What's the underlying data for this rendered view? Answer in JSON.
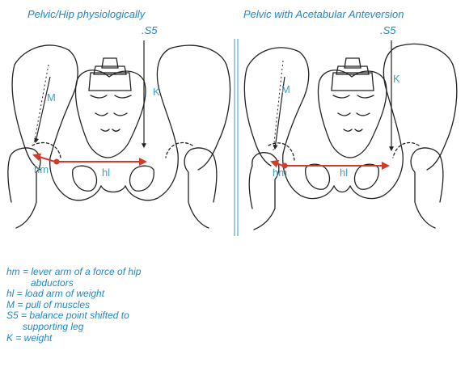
{
  "panels": [
    {
      "title": "Pelvic/Hip physiologically",
      "s5": ".S5",
      "labels": {
        "m": "M",
        "k": "K",
        "hm": "hm",
        "hl": "hl"
      }
    },
    {
      "title": "Pelvic with Acetabular Anteversion",
      "s5": ".S5",
      "labels": {
        "m": "M",
        "k": "K",
        "hm": "hm",
        "hl": "hl"
      }
    }
  ],
  "legend": [
    {
      "text": "hm = lever arm of a force of hip",
      "cont": "abductors"
    },
    {
      "text": "hl = load arm of weight",
      "cont": ""
    },
    {
      "text": "M = pull of muscles",
      "cont": ""
    },
    {
      "text": "S5 = balance point shifted to",
      "cont": "supporting leg"
    },
    {
      "text": "K = weight",
      "cont": ""
    }
  ],
  "colors": {
    "text": "#1e88c8",
    "label": "#3aa3c2",
    "arrow": "#d23a2a",
    "line": "#222222",
    "divider": "#7bb8d8"
  }
}
